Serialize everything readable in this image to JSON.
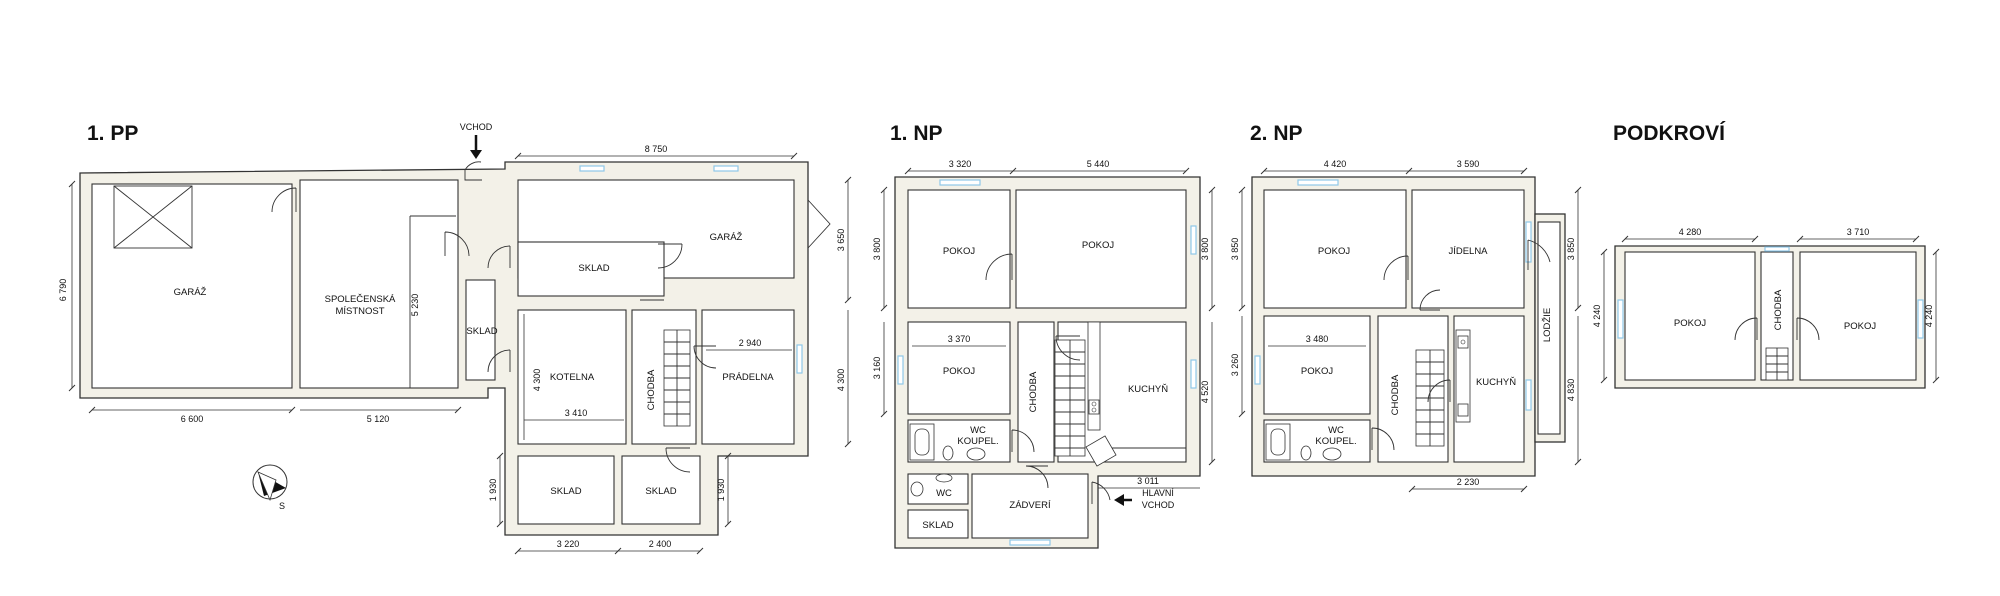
{
  "floors": {
    "pp": {
      "title": "1. PP",
      "entrance": "VCHOD",
      "compass_letter": "S",
      "rooms": {
        "garage_left": "GARÁŽ",
        "social_1": "SPOLEČENSKÁ",
        "social_2": "MÍSTNOST",
        "storage_small": "SKLAD",
        "storage_upper": "SKLAD",
        "garage_right": "GARÁŽ",
        "boiler": "KOTELNA",
        "corridor": "CHODBA",
        "laundry": "PRÁDELNA",
        "storage_low_left": "SKLAD",
        "storage_low_right": "SKLAD"
      },
      "dims": {
        "top": "8 750",
        "left_height": "6 790",
        "inner_height": "5 230",
        "bottom_left": "6 600",
        "bottom_mid": "5 120",
        "right_upper": "3 650",
        "right_lower": "4 300",
        "boiler_height": "4 300",
        "boiler_width": "3 410",
        "laundry_width": "2 940",
        "storage_left_height": "1 930",
        "storage_right_height": "1 930",
        "bottom_a": "3 220",
        "bottom_b": "2 400"
      }
    },
    "np1": {
      "title": "1. NP",
      "entrance_1": "HLAVNÍ",
      "entrance_2": "VCHOD",
      "rooms": {
        "room_a": "POKOJ",
        "room_b": "POKOJ",
        "room_c": "POKOJ",
        "corridor": "CHODBA",
        "kitchen": "KUCHYŇ",
        "bath_1": "WC",
        "bath_2": "KOUPEL.",
        "wc": "WC",
        "storage": "SKLAD",
        "vestibule": "ZÁDVERÍ"
      },
      "dims": {
        "top_a": "3 320",
        "top_b": "5 440",
        "left_a": "3 800",
        "right_a": "3 800",
        "room_width": "3 370",
        "left_b": "3 160",
        "right_b": "4 520",
        "vestibule_width": "3 011"
      }
    },
    "np2": {
      "title": "2. NP",
      "loggia": "LODŽIE",
      "rooms": {
        "room_a": "POKOJ",
        "dining": "JÍDELNA",
        "room_b": "POKOJ",
        "corridor": "CHODBA",
        "kitchen": "KUCHYŇ",
        "bath_1": "WC",
        "bath_2": "KOUPEL."
      },
      "dims": {
        "top_a": "4 420",
        "top_b": "3 590",
        "left_a": "3 850",
        "right_a": "3 850",
        "room_width": "3 480",
        "left_b": "3 260",
        "right_b": "4 830",
        "bottom": "2 230"
      }
    },
    "attic": {
      "title": "PODKROVÍ",
      "rooms": {
        "room_a": "POKOJ",
        "corridor": "CHODBA",
        "room_b": "POKOJ"
      },
      "dims": {
        "top_a": "4 280",
        "top_b": "3 710",
        "left": "4 240",
        "right": "4 240"
      }
    }
  }
}
